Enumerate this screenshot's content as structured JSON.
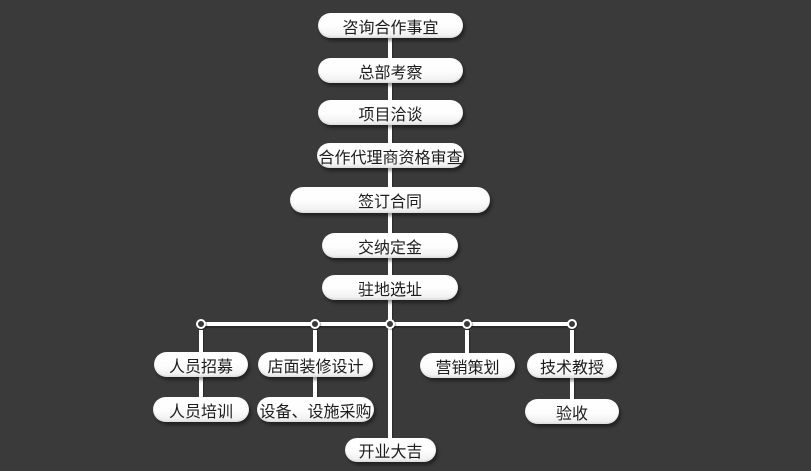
{
  "diagram": {
    "main_sequence": [
      "咨询合作事宜",
      "总部考察",
      "项目洽谈",
      "合作代理商资格审查",
      "签订合同",
      "交纳定金",
      "驻地选址"
    ],
    "branch_groups": [
      {
        "steps": [
          "人员招募",
          "人员培训"
        ]
      },
      {
        "steps": [
          "店面装修设计",
          "设备、设施采购"
        ]
      },
      {
        "steps": [
          "营销策划"
        ]
      },
      {
        "steps": [
          "技术教授",
          "验收"
        ]
      }
    ],
    "final_step": "开业大吉"
  },
  "colors": {
    "background": "#3a3a3a",
    "node_fill": "#ffffff",
    "node_text": "#1d1d1d",
    "connector": "#ffffff"
  }
}
